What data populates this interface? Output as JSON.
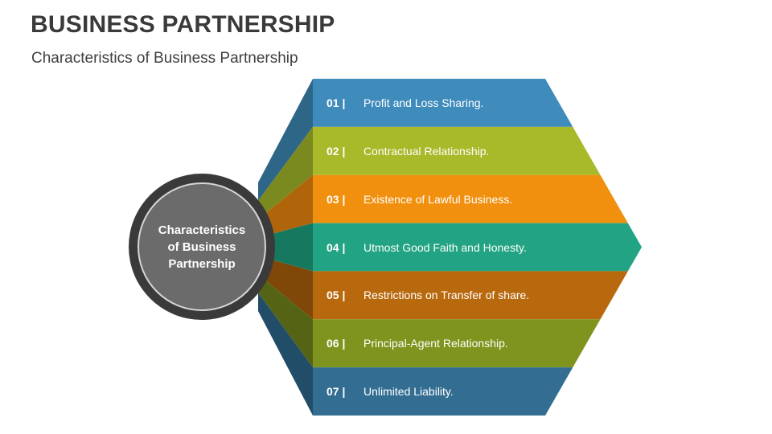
{
  "header": {
    "title": "BUSINESS PARTNERSHIP",
    "subtitle": "Characteristics of Business Partnership"
  },
  "hub": {
    "lines": [
      "Characteristics",
      "of Business",
      "Partnership"
    ]
  },
  "rows": [
    {
      "num": "01 |",
      "text": "Profit and Loss Sharing.",
      "color": "#3f8bbb",
      "side": "#2e6688"
    },
    {
      "num": "02 |",
      "text": "Contractual Relationship.",
      "color": "#a8b92a",
      "side": "#7a8a1e"
    },
    {
      "num": "03 |",
      "text": "Existence of Lawful Business.",
      "color": "#f0900e",
      "side": "#b0650a"
    },
    {
      "num": "04 |",
      "text": "Utmost Good Faith and Honesty.",
      "color": "#22a383",
      "side": "#16785f"
    },
    {
      "num": "05 |",
      "text": "Restrictions on Transfer of share.",
      "color": "#b8690e",
      "side": "#7f4808"
    },
    {
      "num": "06 |",
      "text": "Principal-Agent Relationship.",
      "color": "#7f941e",
      "side": "#556414"
    },
    {
      "num": "07 |",
      "text": "Unlimited Liability.",
      "color": "#336e92",
      "side": "#224d68"
    }
  ]
}
